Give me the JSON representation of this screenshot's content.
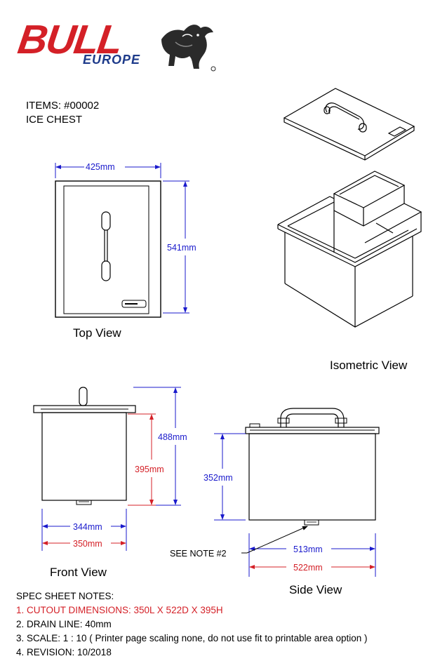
{
  "brand": {
    "name": "BULL",
    "sub": "EUROPE"
  },
  "item": {
    "number": "ITEMS: #00002",
    "name": "ICE CHEST"
  },
  "views": {
    "top": "Top View",
    "isometric": "Isometric View",
    "front": "Front View",
    "side": "Side View"
  },
  "dimensions": {
    "top_width": "425mm",
    "top_depth": "541mm",
    "front_total_height": "488mm",
    "front_body_height": "395mm",
    "front_body_width": "344mm",
    "front_cutout_width": "350mm",
    "side_body_height": "352mm",
    "side_body_depth": "513mm",
    "side_cutout_depth": "522mm"
  },
  "callout": {
    "see_note": "SEE NOTE #2"
  },
  "notes": {
    "title": "SPEC SHEET NOTES:",
    "items": [
      "1. CUTOUT DIMENSIONS: 350L X 522D X 395H",
      "2. DRAIN LINE: 40mm",
      "3. SCALE: 1 : 10 (  Printer page scaling none, do not use fit to printable area option )",
      "4. REVISION: 10/2018"
    ]
  },
  "colors": {
    "dimension_blue": "#1a1acc",
    "cutout_red": "#d42027",
    "brand_red": "#d42027",
    "brand_blue": "#1d3a8a"
  }
}
